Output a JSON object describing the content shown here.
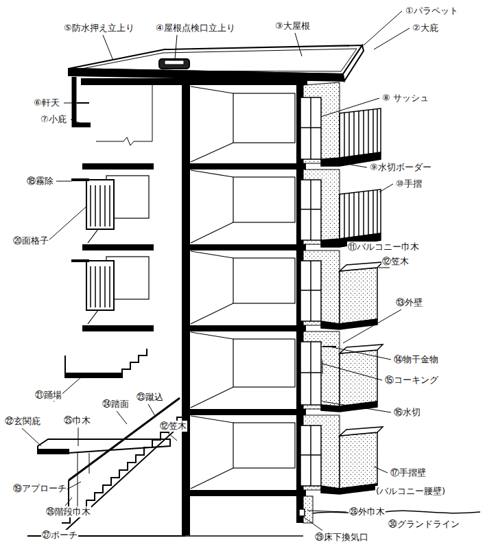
{
  "diagram": {
    "labels": [
      "①パラペット",
      "②大庇",
      "③大屋根",
      "④屋根点検口立上り",
      "⑤防水押え立上り",
      "⑥軒天",
      "⑦小庇",
      "⑧ サッシュ",
      "⑨水切ボーダー",
      "⑩手摺",
      "⑪バルコニー巾木",
      "⑫笠木",
      "⑬外壁",
      "⑭物干金物",
      "⑮コーキング",
      "⑯水切",
      "⑰手摺壁",
      "(バルコニー腰壁)",
      "⑱霧除",
      "⑳面格子",
      "㉑踊場",
      "㉒玄関庇",
      "㉔踏面",
      "㉓蹴込",
      "㉕巾木",
      "⑫笠木",
      "⑲アプローチ",
      "㉖階段巾木",
      "㉗ポーチ",
      "㉘外巾木",
      "㉚グランドライン",
      "㉙床下換気口"
    ]
  }
}
